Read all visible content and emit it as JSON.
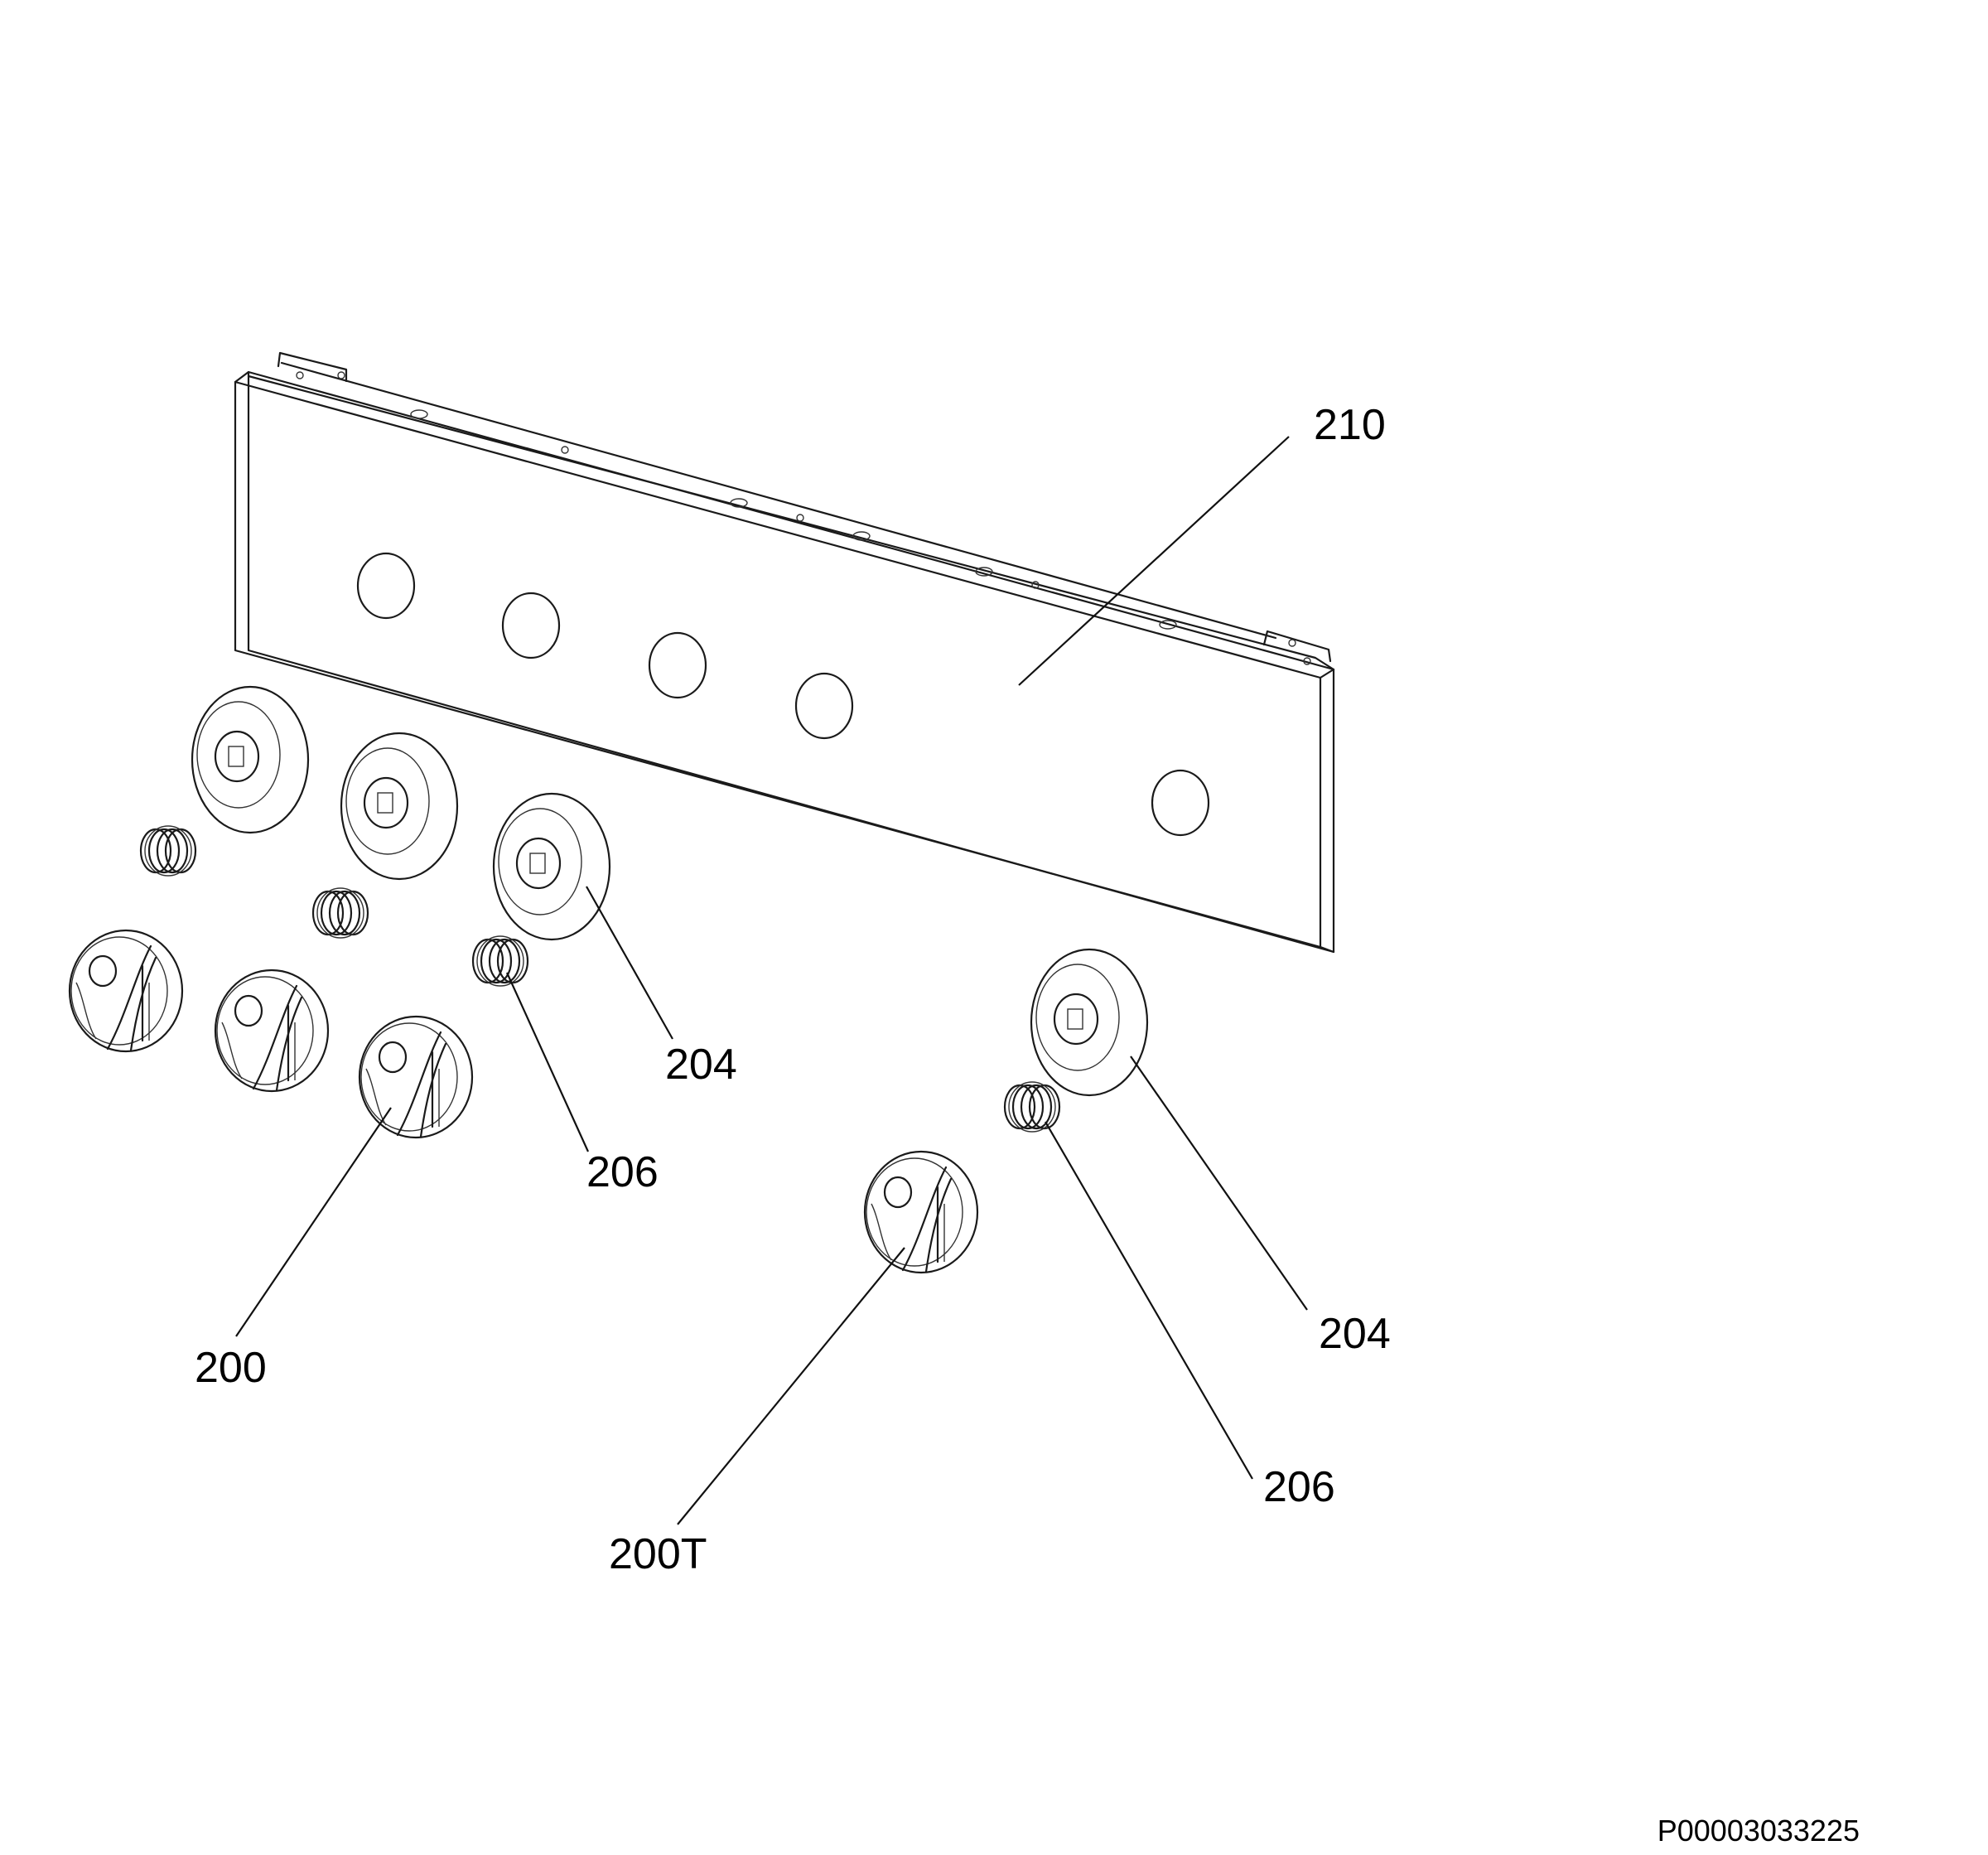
{
  "parts": [
    {
      "id": "210",
      "label": "210",
      "name": "control-panel"
    },
    {
      "id": "204",
      "label": "204",
      "name": "knob-bezel"
    },
    {
      "id": "206",
      "label": "206",
      "name": "knob-spring"
    },
    {
      "id": "200",
      "label": "200",
      "name": "control-knob"
    },
    {
      "id": "200T",
      "label": "200T",
      "name": "control-knob-timer"
    }
  ],
  "callouts": {
    "panel": "210",
    "bezel_a": "204",
    "bezel_b": "204",
    "spring_a": "206",
    "spring_b": "206",
    "knob": "200",
    "knob_timer": "200T"
  },
  "drawing_code": "P00003033225"
}
